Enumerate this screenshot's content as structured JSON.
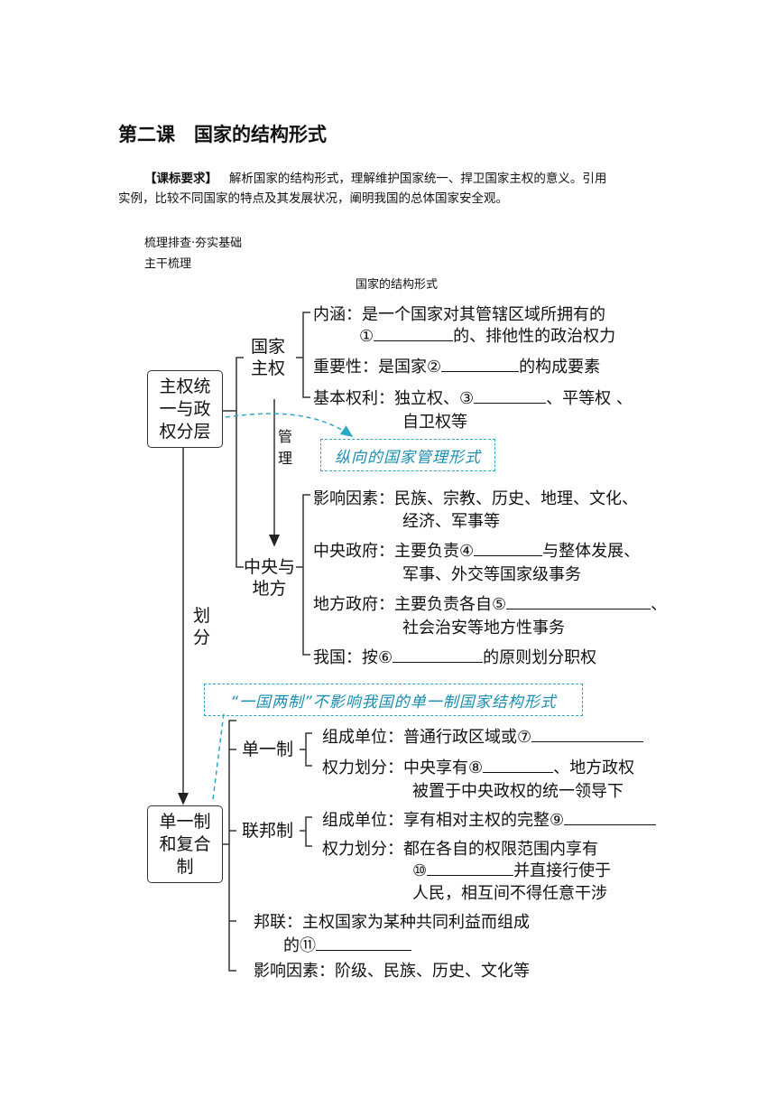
{
  "title": "第二课　国家的结构形式",
  "requirement": {
    "label": "【课标要求】",
    "text1": "解析国家的结构形式，理解维护国家统一、捍卫国家主权的意义。引用",
    "text2": "实例，比较不同国家的特点及其发展状况，阐明我国的总体国家安全观。"
  },
  "section1": "梳理排查·夯实基础",
  "section2": "主干梳理",
  "diagram_title": "国家的结构形式",
  "box1": "主权统\n一与政\n权分层",
  "box2": "单一制\n和复合\n制",
  "sovereignty": {
    "label": "国家\n主权",
    "l1a": "内涵：是一个国家对其管辖区域所拥有的",
    "l1b_num": "①",
    "l1b_tail": "的、排他性的政治权力",
    "l2_head": "重要性：是国家②",
    "l2_tail": "的构成要素",
    "l3_head": "基本权利：独立权、③",
    "l3_tail": "、平等权 、",
    "l3b": "自卫权等"
  },
  "manage_label": "管\n理",
  "note1": "纵向的国家管理形式",
  "central": {
    "label": "中央与\n地方",
    "l1a": "影响因素：民族、宗教、历史、地理、文化、",
    "l1b": "经济、军事等",
    "l2_head": "中央政府：主要负责④",
    "l2_tail": "与整体发展、",
    "l2b": "军事、外交等国家级事务",
    "l3_head": "地方政府：主要负责各自⑤",
    "l3_tail": "、",
    "l3b": "社会治安等地方性事务",
    "l4_head": "我国：按⑥",
    "l4_tail": "的原则划分职权"
  },
  "divide_label": "划\n分",
  "note2": "“一国两制”不影响我国的单一制国家结构形式",
  "unitary": {
    "label": "单一制",
    "l1": "组成单位：普通行政区域或⑦",
    "l2_head": "权力划分：中央享有⑧",
    "l2_tail": "、地方政权",
    "l2b": "被置于中央政权的统一领导下"
  },
  "federal": {
    "label": "联邦制",
    "l1": "组成单位：享有相对主权的完整⑨",
    "l2": "权力划分：都在各自的权限范围内享有",
    "l2b_num": "⑩",
    "l2b_tail": "并直接行使于",
    "l2c": "人民，相互间不得任意干涉"
  },
  "confederation": {
    "l1": "邦联：主权国家为某种共同利益而组成",
    "l2": "的⑪"
  },
  "factors": "影响因素：阶级、民族、历史、文化等"
}
